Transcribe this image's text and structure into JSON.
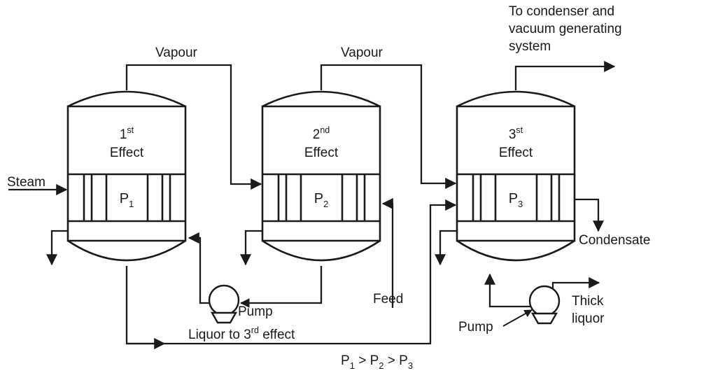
{
  "diagram": {
    "title": "Triple effect evaporator flow diagram",
    "stroke_color": "#1a1a1a",
    "background_color": "#ffffff"
  },
  "effects": [
    {
      "id": "effect-1",
      "number": "1",
      "ordinal_suffix": "st",
      "name_line2": "Effect",
      "pressure_symbol": "P",
      "pressure_subscript": "1"
    },
    {
      "id": "effect-2",
      "number": "2",
      "ordinal_suffix": "nd",
      "name_line2": "Effect",
      "pressure_symbol": "P",
      "pressure_subscript": "2"
    },
    {
      "id": "effect-3",
      "number": "3",
      "ordinal_suffix": "st",
      "name_line2": "Effect",
      "pressure_symbol": "P",
      "pressure_subscript": "3"
    }
  ],
  "stream_labels": {
    "steam": "Steam",
    "vapour_1": "Vapour",
    "vapour_2": "Vapour",
    "to_condenser_line1": "To condenser and",
    "to_condenser_line2": "vacuum generating",
    "to_condenser_line3": "system",
    "condensate": "Condensate",
    "feed": "Feed",
    "thick_liquor_line1": "Thick",
    "thick_liquor_line2": "liquor",
    "pump_left": "Pump",
    "pump_right": "Pump",
    "liquor_transfer_pre": "Liquor to 3",
    "liquor_transfer_sup": "rd",
    "liquor_transfer_post": " effect"
  },
  "pressure_relation": {
    "p1": "P",
    "p1_sub": "1",
    "gt_1": " > ",
    "p2": "P",
    "p2_sub": "2",
    "gt_2": " > ",
    "p3": "P",
    "p3_sub": "3"
  }
}
